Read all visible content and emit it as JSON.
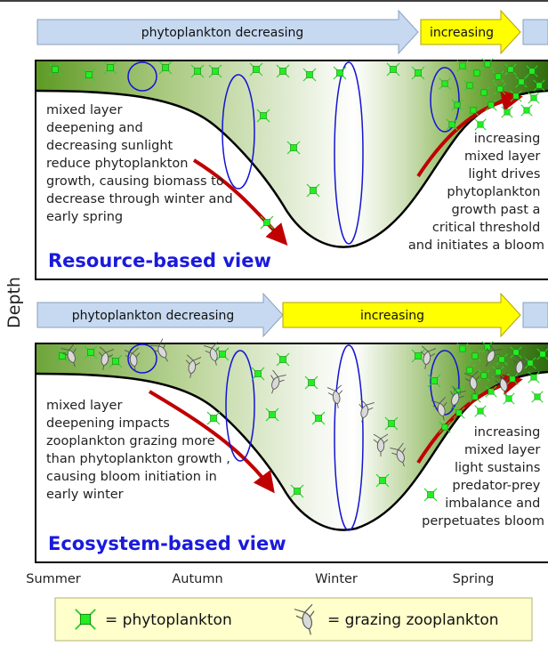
{
  "y_axis_label": "Depth",
  "resource_panel": {
    "arrow_decreasing": "phytoplankton decreasing",
    "arrow_increasing": "increasing",
    "left_text": [
      "mixed layer",
      "deepening and",
      "decreasing sunlight",
      "reduce phytoplankton",
      "growth, causing biomass to",
      "decrease through winter and",
      "early spring"
    ],
    "right_text": [
      "increasing",
      "mixed layer",
      "light drives",
      "phytoplankton",
      "growth past a",
      "critical threshold",
      "and initiates a bloom"
    ],
    "title": "Resource-based view"
  },
  "ecosystem_panel": {
    "arrow_decreasing": "phytoplankton decreasing",
    "arrow_increasing": "increasing",
    "left_text": [
      "mixed layer",
      "deepening  impacts",
      "zooplankton grazing more",
      "than phytoplankton growth ,",
      "causing bloom  initiation in",
      "early winter"
    ],
    "right_text": [
      "increasing",
      "mixed layer",
      "light sustains",
      "predator-prey",
      "imbalance and",
      "perpetuates bloom"
    ],
    "title": "Ecosystem-based view"
  },
  "seasons": [
    "Summer",
    "Autumn",
    "Winter",
    "Spring"
  ],
  "legend": {
    "phytoplankton": "= phytoplankton",
    "zooplankton": "= grazing zooplankton"
  },
  "colors": {
    "arrow_blue": "#c6d9f1",
    "arrow_yellow": "#ffff00",
    "title_blue": "#1a1adc",
    "mixed_layer_green": "#4e8a1a",
    "red_arrow": "#c00000",
    "circulation_blue": "#1414d2",
    "phyto_green": "#22dd22"
  }
}
